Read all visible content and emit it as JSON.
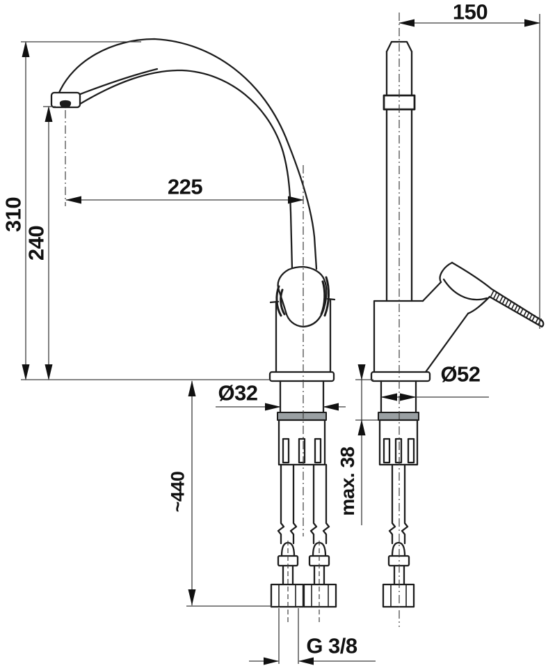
{
  "dimensions": {
    "spout_projection": "225",
    "total_height": "310",
    "outlet_height": "240",
    "handle_reach": "150",
    "supply_hose_length": "~440",
    "max_counter_thickness": "max. 38",
    "shank_diameter": "Ø32",
    "base_diameter": "Ø52",
    "connection_thread": "G 3/8"
  },
  "colors": {
    "outline": "#1c1c1c",
    "dimension_line": "#3a3a3a",
    "arrow_fill": "#111111",
    "gasket_fill": "#9aa0a3",
    "background": "#ffffff"
  }
}
